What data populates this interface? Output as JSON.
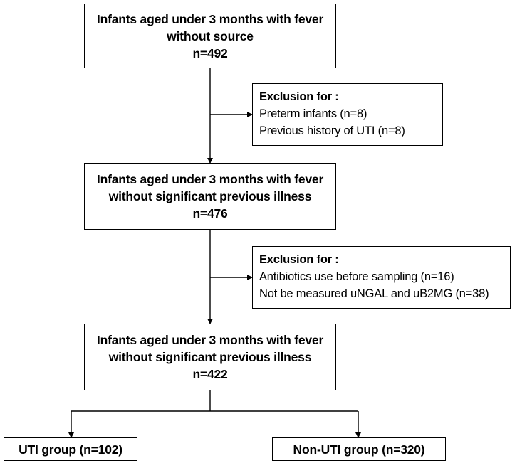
{
  "box1": {
    "line1": "Infants aged under 3 months with fever",
    "line2": "without source",
    "count": "n=492"
  },
  "exclusion1": {
    "title": "Exclusion for :",
    "item1": "Preterm infants (n=8)",
    "item2": "Previous history of UTI (n=8)"
  },
  "box2": {
    "line1": "Infants aged under 3 months with fever",
    "line2": "without significant previous illness",
    "count": "n=476"
  },
  "exclusion2": {
    "title": "Exclusion for :",
    "item1": "Antibiotics use before sampling (n=16)",
    "item2": "Not be measured uNGAL and uB2MG (n=38)"
  },
  "box3": {
    "line1": "Infants aged under 3 months with fever",
    "line2": "without significant previous illness",
    "count": "n=422"
  },
  "uti_group": {
    "label": "UTI group (n=102)"
  },
  "non_uti_group": {
    "label": "Non-UTI group (n=320)"
  }
}
